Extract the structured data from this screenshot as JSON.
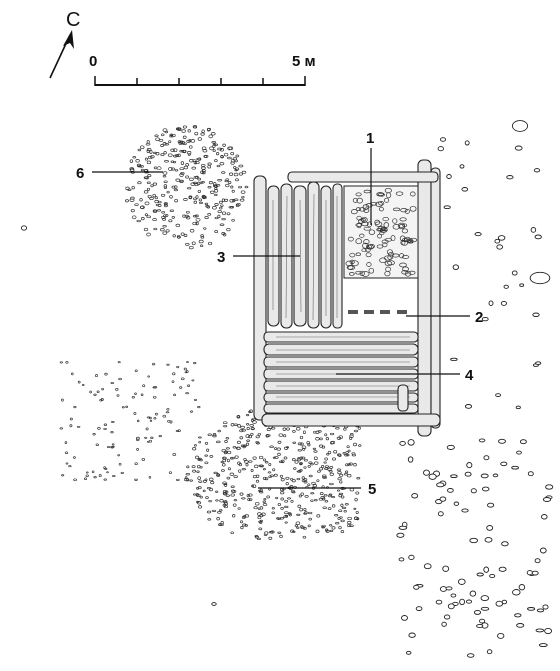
{
  "north": {
    "label": "С"
  },
  "scale": {
    "start_label": "0",
    "end_label": "5 м"
  },
  "callouts": {
    "c1": "1",
    "c2": "2",
    "c3": "3",
    "c4": "4",
    "c5": "5",
    "c6": "6"
  },
  "colors": {
    "ink": "#222222",
    "paper": "#ffffff",
    "log_fill": "#e9e9e9"
  }
}
